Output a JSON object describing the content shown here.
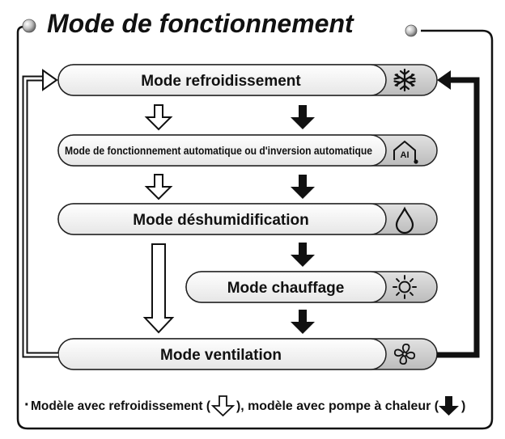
{
  "title": "Mode de fonctionnement",
  "modes": {
    "cooling": {
      "label": "Mode refroidissement",
      "icon": "snowflake-icon"
    },
    "auto": {
      "label": "Mode de fonctionnement automatique ou d'inversion automatique",
      "icon": "auto-ai-icon",
      "icon_text": "AI"
    },
    "dry": {
      "label": "Mode déshumidification",
      "icon": "water-drop-icon"
    },
    "heat": {
      "label": "Mode chauffage",
      "icon": "sun-icon"
    },
    "fan": {
      "label": "Mode ventilation",
      "icon": "fan-icon"
    }
  },
  "legend": {
    "bullet": "·",
    "part1": "Modèle avec refroidissement (",
    "part2": "), modèle avec pompe à chaleur (",
    "part3": ")"
  },
  "colors": {
    "ink": "#111111",
    "pill_fill": "#f4f4f4",
    "icon_fill": "#cfcfcf"
  }
}
